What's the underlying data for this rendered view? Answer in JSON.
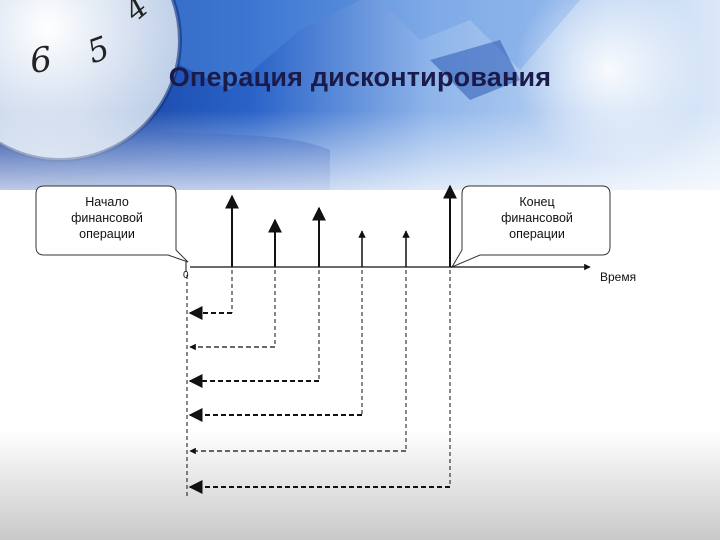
{
  "slide": {
    "title": "Операция дисконтирования",
    "start_callout": [
      "Начало",
      "финансовой",
      "операции"
    ],
    "end_callout": [
      "Конец",
      "финансовой",
      "операции"
    ],
    "axis_label": "Время",
    "origin_label": "0"
  },
  "background": {
    "clock_digits": [
      "6",
      "5",
      "4"
    ],
    "colors": {
      "blue_dark": "#0b2f8a",
      "blue_mid": "#2f6fd0",
      "blue_light": "#bcd6f5",
      "title": "#1b1b4a"
    }
  },
  "diagram": {
    "payments": [
      {
        "height": "tall",
        "discount_arrow": 1
      },
      {
        "height": "medium",
        "discount_arrow": 2
      },
      {
        "height": "medium-tall",
        "discount_arrow": 3
      },
      {
        "height": "short",
        "discount_arrow": 4
      },
      {
        "height": "short",
        "discount_arrow": 5
      },
      {
        "height": "tallest",
        "discount_arrow": 6
      }
    ],
    "arrows_direction": "left",
    "line_style": "dashed"
  }
}
